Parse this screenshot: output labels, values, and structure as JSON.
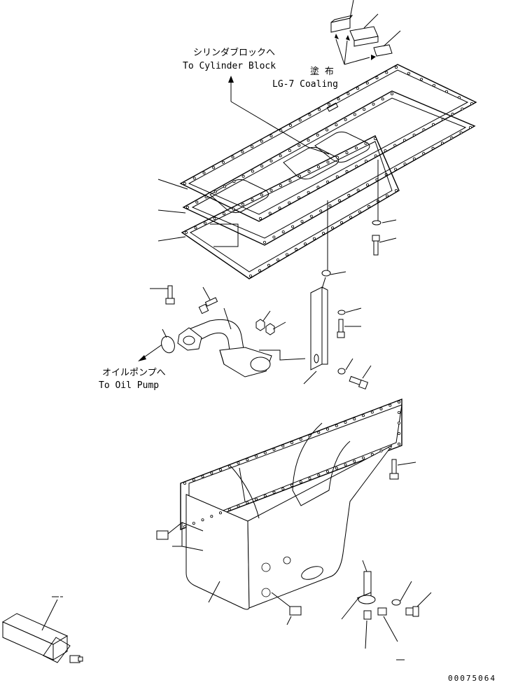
{
  "annotations": {
    "to_cylinder_block_jp": "シリンダブロックへ",
    "to_cylinder_block_en": "To Cylinder Block",
    "coating_jp": "塗 布",
    "coating_en": "LG-7 Coaling",
    "to_oil_pump_jp": "オイルポンプへ",
    "to_oil_pump_en": "To Oil Pump",
    "drawing_number": "00075064"
  }
}
